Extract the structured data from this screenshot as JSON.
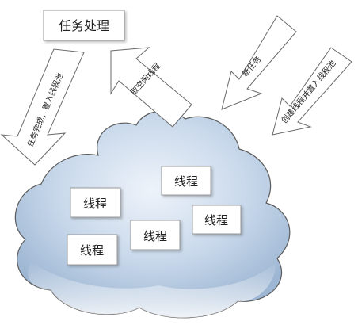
{
  "task_box": {
    "label": "任务处理"
  },
  "arrows": {
    "task_done": "任务完成，置入线程池",
    "get_idle": "取空闲线程",
    "new_task": "新任务",
    "create_thread": "创建线程并置入线程池"
  },
  "threads": [
    {
      "label": "线程"
    },
    {
      "label": "线程"
    },
    {
      "label": "线程"
    },
    {
      "label": "线程"
    },
    {
      "label": "线程"
    }
  ],
  "colors": {
    "cloud_top": "#9db6d3",
    "cloud_mid": "#c9d9eb",
    "cloud_light": "#eef3fa",
    "cloud_stroke": "#5c5c5c",
    "box_stroke": "#9a9a9a",
    "arrow_fill": "#ffffff",
    "arrow_stroke": "#6a6a6a"
  }
}
